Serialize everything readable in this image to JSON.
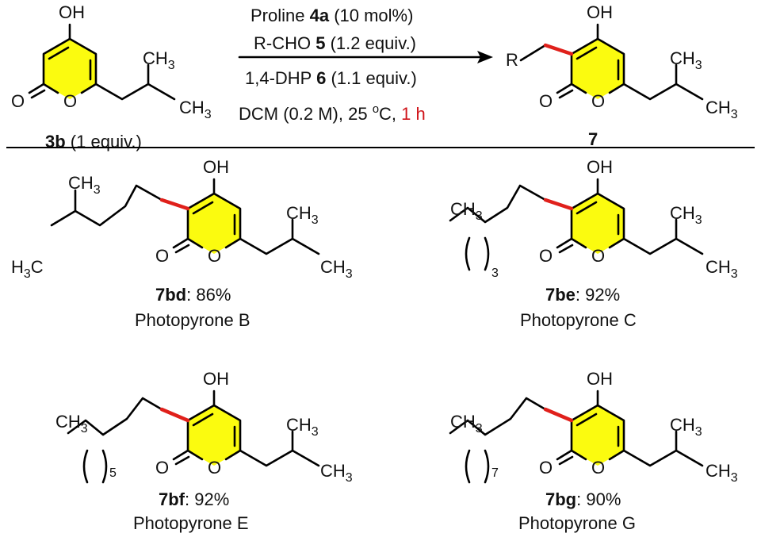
{
  "colors": {
    "ring": "#fbfb0f",
    "new_bond": "#e0201b",
    "time": "#d0141a"
  },
  "atoms": {
    "oh": "OH",
    "o": "O",
    "ch3": "CH",
    "h3c": "H",
    "three": "3",
    "c": "C",
    "r": "R"
  },
  "reaction": {
    "line1_a": "Proline ",
    "line1_b": "4a",
    "line1_c": " (10 mol%)",
    "line2_a": "R-CHO ",
    "line2_b": "5",
    "line2_c": " (1.2 equiv.)",
    "line3_a": "1,4-DHP ",
    "line3_b": "6",
    "line3_c": " (1.1 equiv.)",
    "line4_a": "DCM (0.2 M), 25 ",
    "line4_sup": "o",
    "line4_b": "C, ",
    "line4_time": "1 h"
  },
  "reactant": {
    "id": "3b",
    "note": " (1 equiv.)"
  },
  "product": {
    "id": "7"
  },
  "products": [
    {
      "id": "7bd",
      "yield": ": 86%",
      "name": "Photopyrone B"
    },
    {
      "id": "7be",
      "yield": ": 92%",
      "name": "Photopyrone C",
      "repeat": "3"
    },
    {
      "id": "7bf",
      "yield": ": 92%",
      "name": "Photopyrone E",
      "repeat": "5"
    },
    {
      "id": "7bg",
      "yield": ": 90%",
      "name": "Photopyrone G",
      "repeat": "7"
    }
  ]
}
